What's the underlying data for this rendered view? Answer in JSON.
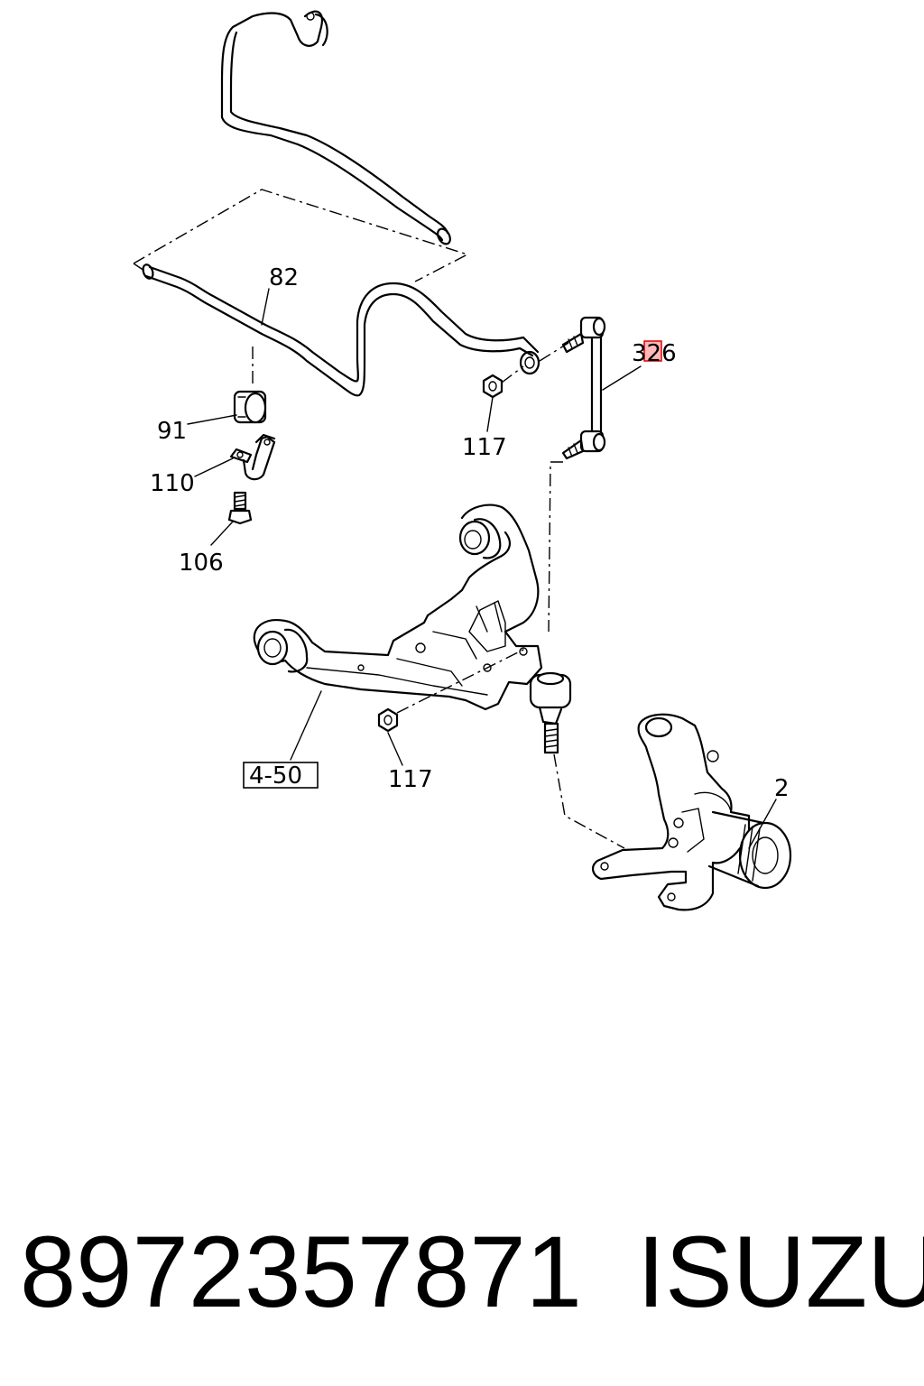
{
  "diagram": {
    "callouts": {
      "c82": "82",
      "c91": "91",
      "c110": "110",
      "c106": "106",
      "c117a": "117",
      "c117b": "117",
      "c326": "326",
      "c450": "4-50",
      "c2": "2"
    }
  },
  "footer": {
    "part_number": "8972357871",
    "brand": "ISUZU"
  }
}
